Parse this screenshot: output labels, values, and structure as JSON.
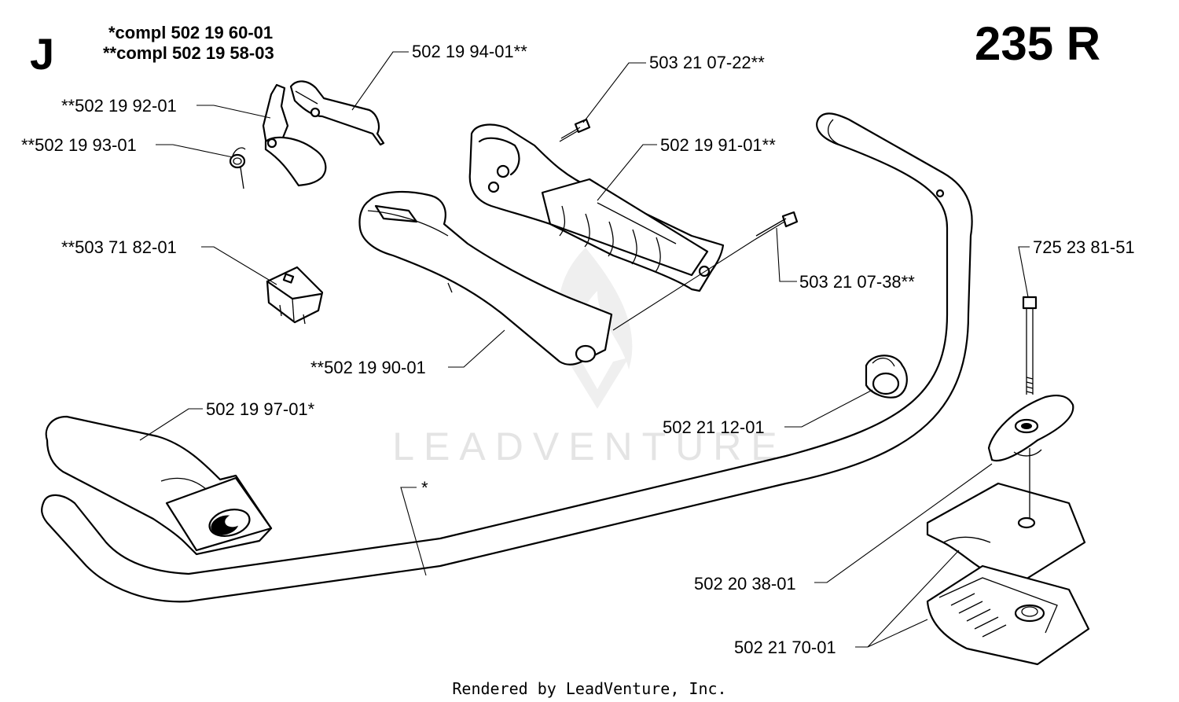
{
  "header": {
    "section_letter": "J",
    "compl_single": "*compl 502 19 60-01",
    "compl_double": "**compl 502 19 58-03",
    "model": "235 R"
  },
  "parts": [
    {
      "id": "502-19-94-01",
      "label": "502 19 94-01**"
    },
    {
      "id": "503-21-07-22",
      "label": "503 21 07-22**"
    },
    {
      "id": "502-19-92-01",
      "label": "**502 19 92-01"
    },
    {
      "id": "502-19-93-01",
      "label": "**502 19 93-01"
    },
    {
      "id": "502-19-91-01",
      "label": "502 19 91-01**"
    },
    {
      "id": "503-71-82-01",
      "label": "**503 71 82-01"
    },
    {
      "id": "503-21-07-38",
      "label": "503 21 07-38**"
    },
    {
      "id": "725-23-81-51",
      "label": "725 23 81-51"
    },
    {
      "id": "502-19-90-01",
      "label": "**502 19 90-01"
    },
    {
      "id": "502-19-97-01",
      "label": "502 19 97-01*"
    },
    {
      "id": "502-21-12-01",
      "label": "502 21 12-01"
    },
    {
      "id": "handle-bar",
      "label": "*"
    },
    {
      "id": "502-20-38-01",
      "label": "502 20 38-01"
    },
    {
      "id": "502-21-70-01",
      "label": "502 21 70-01"
    }
  ],
  "watermark": "LEADVENTURE",
  "footer": "Rendered by LeadVenture, Inc."
}
